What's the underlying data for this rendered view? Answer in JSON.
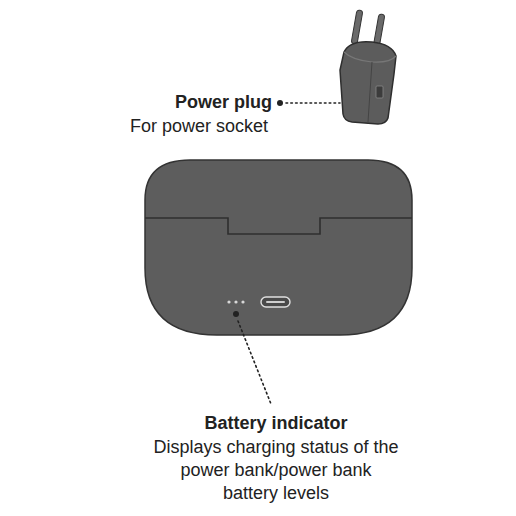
{
  "diagram": {
    "labels": [
      "Power plug",
      "For power socket",
      "Battery indicator",
      "Displays charging status of the power bank/power bank battery levels"
    ]
  }
}
